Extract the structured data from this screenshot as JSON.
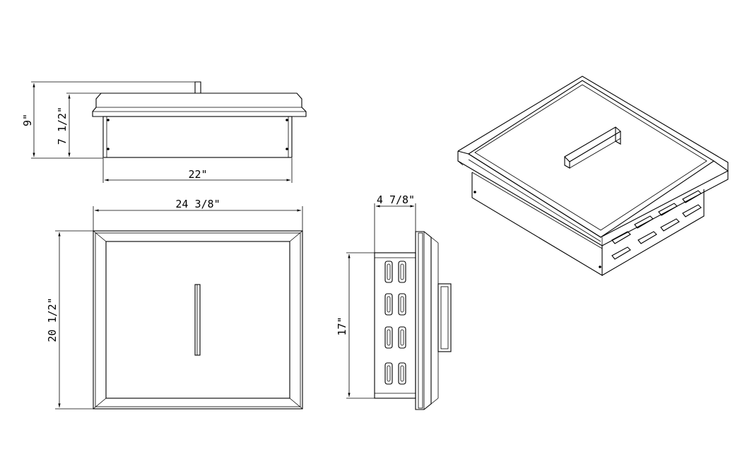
{
  "dimensions": {
    "top_view_total_height": "9\"",
    "top_view_body_height": "7 1/2\"",
    "top_view_body_width": "22\"",
    "front_view_width": "24 3/8\"",
    "front_view_height": "20 1/2\"",
    "side_view_depth": "4 7/8\"",
    "side_view_height": "17\""
  }
}
